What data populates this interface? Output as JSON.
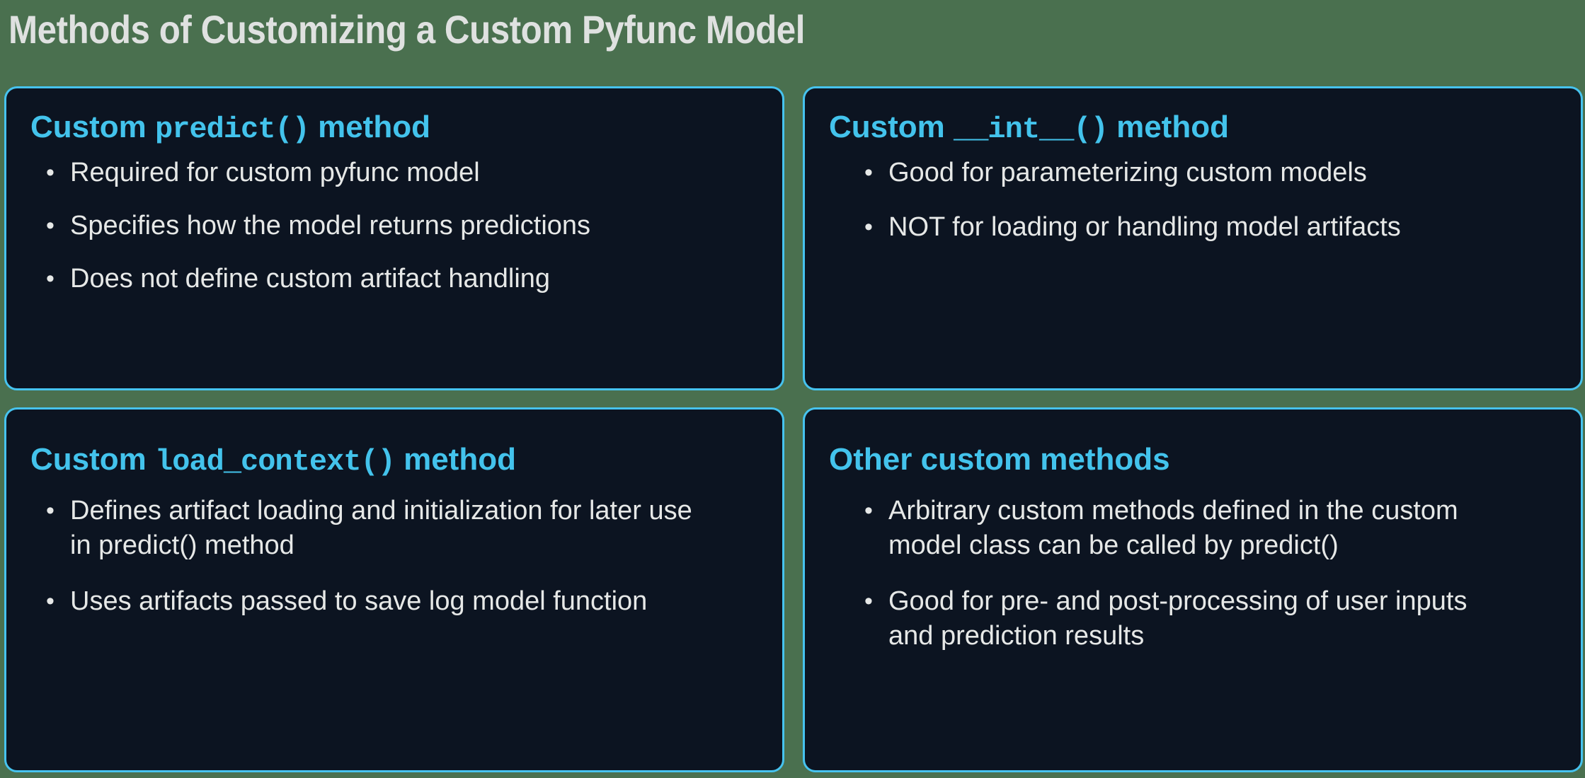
{
  "slide": {
    "title": "Methods of Customizing a Custom Pyfunc Model",
    "background_color": "#4a704f",
    "card_fill_color": "#0c1421",
    "accent_color": "#46c3ef",
    "body_text_color": "#e6e8e7",
    "title_color": "#dfe1e0"
  },
  "cards": [
    {
      "id": "custom-predict-method",
      "heading": {
        "prefix": "Custom ",
        "code": "predict()",
        "suffix": " method"
      },
      "bullets": [
        "Required for custom pyfunc model",
        "Specifies how the model returns predictions",
        "Does not define custom artifact handling"
      ]
    },
    {
      "id": "custom-init-method",
      "heading": {
        "prefix": "Custom ",
        "code": "__int__()",
        "suffix": " method"
      },
      "bullets": [
        "Good for parameterizing custom models",
        "NOT for loading or handling model artifacts"
      ]
    },
    {
      "id": "custom-load-context-method",
      "heading": {
        "prefix": "Custom ",
        "code": "load_context()",
        "suffix": " method"
      },
      "bullets": [
        "Defines artifact loading and initialization for later use in predict() method",
        "Uses artifacts passed to save log model function"
      ]
    },
    {
      "id": "other-custom-methods",
      "heading": {
        "prefix": "Other custom methods",
        "code": "",
        "suffix": ""
      },
      "bullets": [
        "Arbitrary custom methods defined in the custom model class can be called by predict()",
        "Good for pre- and post-processing of user inputs and prediction results"
      ]
    }
  ]
}
